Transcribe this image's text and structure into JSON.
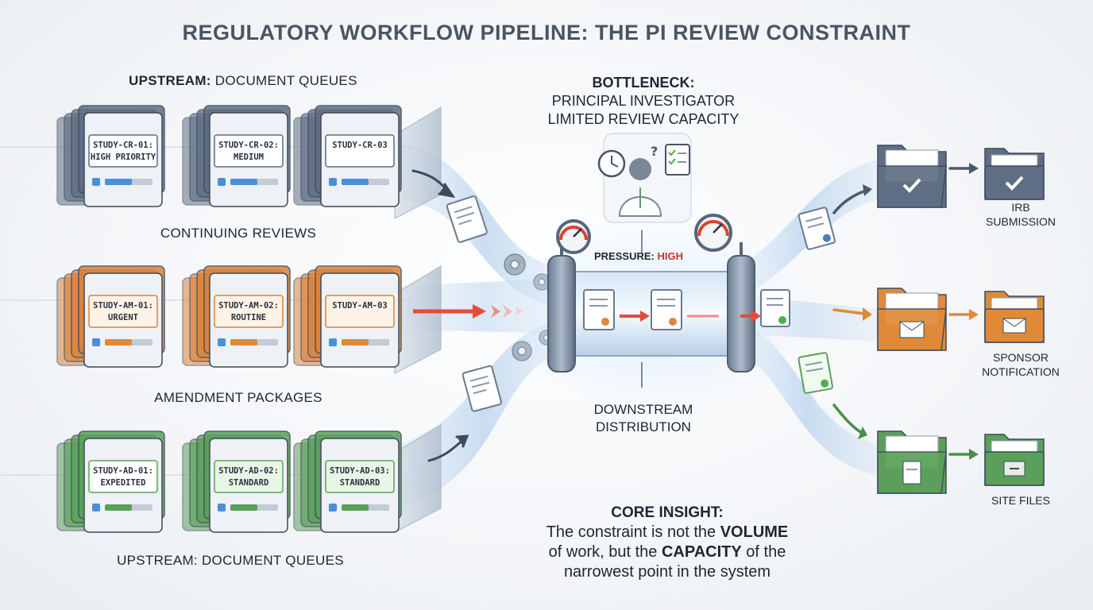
{
  "title": "REGULATORY WORKFLOW PIPELINE: THE PI REVIEW CONSTRAINT",
  "upstream_top": {
    "bold": "UPSTREAM:",
    "rest": " DOCUMENT QUEUES"
  },
  "upstream_bottom": "UPSTREAM: DOCUMENT QUEUES",
  "queues": [
    {
      "label": "CONTINUING REVIEWS",
      "color": "#5f6e84",
      "cards": [
        {
          "line1": "STUDY-CR-01:",
          "line2": "HIGH PRIORITY"
        },
        {
          "line1": "STUDY-CR-02:",
          "line2": "MEDIUM"
        },
        {
          "line1": "STUDY-CR-03",
          "line2": ""
        }
      ]
    },
    {
      "label": "AMENDMENT PACKAGES",
      "color": "#d9823c",
      "cards": [
        {
          "line1": "STUDY-AM-01:",
          "line2": "URGENT"
        },
        {
          "line1": "STUDY-AM-02:",
          "line2": "ROUTINE"
        },
        {
          "line1": "STUDY-AM-03",
          "line2": ""
        }
      ]
    },
    {
      "label": "",
      "color": "#5aa05a",
      "cards": [
        {
          "line1": "STUDY-AD-01:",
          "line2": "EXPEDITED"
        },
        {
          "line1": "STUDY-AD-02:",
          "line2": "STANDARD"
        },
        {
          "line1": "STUDY-AD-03:",
          "line2": "STANDARD"
        }
      ]
    }
  ],
  "bottleneck": {
    "heading": "BOTTLENECK:",
    "line1": "PRINCIPAL INVESTIGATOR",
    "line2": "LIMITED REVIEW CAPACITY"
  },
  "pressure": {
    "label": "PRESSURE: ",
    "value": "HIGH"
  },
  "downstream": {
    "line1": "DOWNSTREAM",
    "line2": "DISTRIBUTION"
  },
  "destinations": [
    {
      "line1": "IRB",
      "line2": "SUBMISSION",
      "color": "#5f6e84",
      "icon": "check-icon"
    },
    {
      "line1": "SPONSOR",
      "line2": "NOTIFICATION",
      "color": "#e08a38",
      "icon": "envelope-icon"
    },
    {
      "line1": "SITE FILES",
      "line2": "",
      "color": "#5aa05a",
      "icon": "file-cabinet-icon"
    }
  ],
  "core_insight": {
    "heading": "CORE INSIGHT:",
    "p1": "The constraint is not the ",
    "b1": "VOLUME",
    "p2": "of work, but the ",
    "b2": "CAPACITY",
    "p3": " of the",
    "p4": "narrowest point in the system"
  },
  "colors": {
    "arrow_red": "#e54b3c",
    "pipe_blue": "#8fb6dd",
    "high": "#c0392b"
  }
}
